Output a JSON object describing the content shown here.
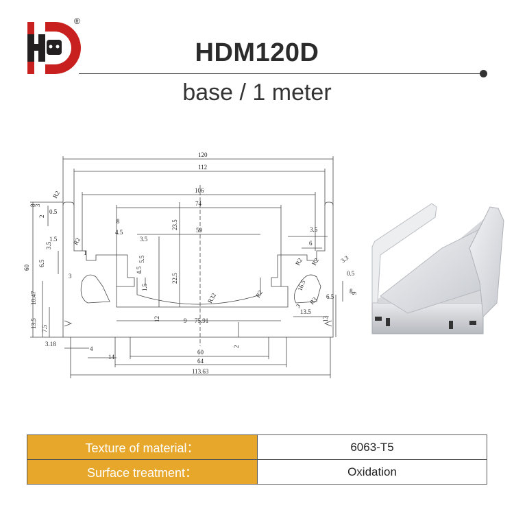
{
  "brand": {
    "registered_mark": "®",
    "logo_colors": {
      "red": "#c8201f",
      "black": "#231f20"
    }
  },
  "header": {
    "title": "HDM120D",
    "subtitle": "base / 1 meter"
  },
  "drawing": {
    "dims": {
      "d120": "120",
      "d112": "112",
      "d106": "106",
      "d74": "74",
      "d59": "59",
      "d3_5a": "3.5",
      "d3_5b": "3.5",
      "d8": "8",
      "d4_5": "4.5",
      "d6": "6",
      "d23_5": "23.5",
      "d22_5": "22.5",
      "d5_5": "5.5",
      "d4_5v": "4.5",
      "d1_5": "1.5",
      "d12": "12",
      "d9": "9",
      "d75_91": "75.91",
      "d60": "60",
      "d64": "64",
      "d113_63": "113.63",
      "d14": "14",
      "d4": "4",
      "d3_18": "3.18",
      "d2": "2",
      "l60": "60",
      "l8": "8",
      "l3": "3",
      "l0_5": "0.5",
      "l2": "2",
      "l1_5": "1.5",
      "l3_5": "3.5",
      "l6_5": "6.5",
      "l1": "1",
      "l3b": "3",
      "l10_47": "10.47",
      "l13_5": "13.5",
      "l7_5": "7.5",
      "r0_5": "0.5",
      "r8": "8",
      "r9": "9",
      "r6_5": "6.5",
      "r13": "13",
      "r13_5": "13.5",
      "r16_5": "16.5",
      "r3_3": "3.3",
      "r3": "3",
      "rad_r2a": "R2",
      "rad_r2b": "R2",
      "rad_r2c": "R2",
      "rad_r2d": "R2",
      "rad_r2e": "R2",
      "rad_r32": "R32",
      "rad_r3": "R3"
    }
  },
  "specs": [
    {
      "label": "Texture of material：",
      "value": "6063-T5"
    },
    {
      "label": "Surface treatment：",
      "value": "Oxidation"
    }
  ],
  "colors": {
    "header_cell": "#e6a72a",
    "line": "#333333"
  }
}
